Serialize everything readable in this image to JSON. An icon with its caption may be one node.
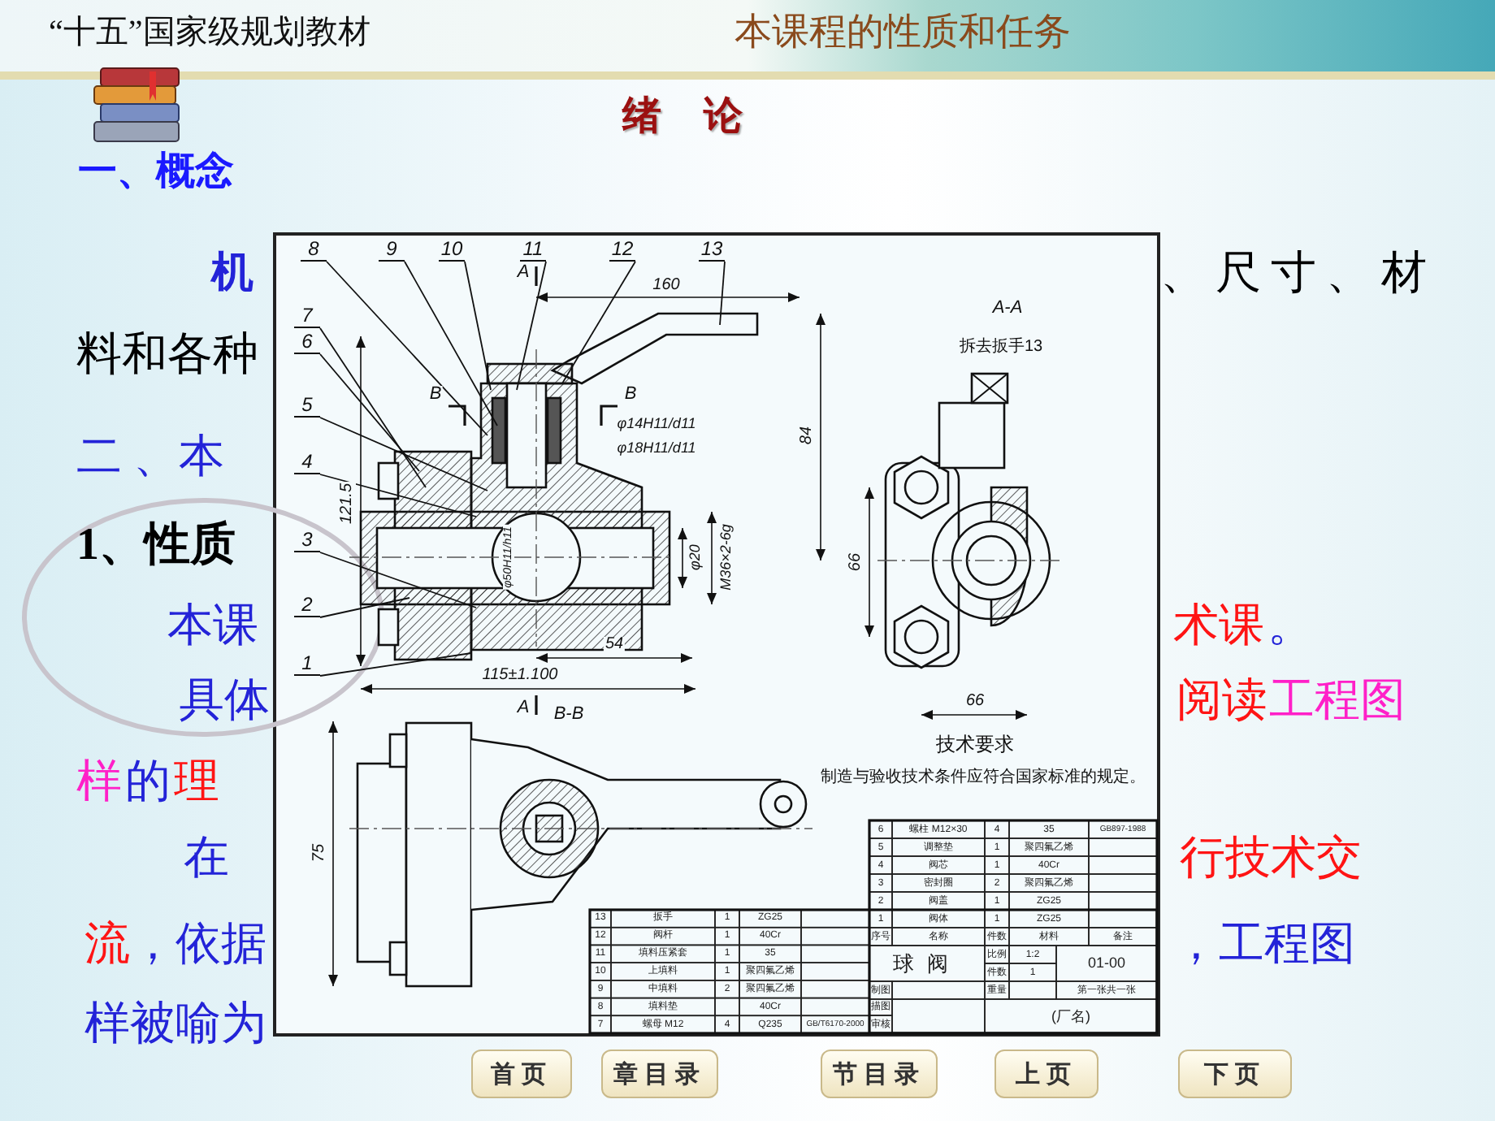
{
  "diagram": {
    "nodes": [
      {
        "text": [
          "8"
        ]
      },
      {
        "text": [
          "9"
        ]
      },
      {
        "text": [
          "10"
        ]
      },
      {
        "text": [
          "11"
        ]
      },
      {
        "text": [
          "12"
        ]
      },
      {
        "text": [
          "13"
        ]
      },
      {
        "text": [
          "7"
        ]
      },
      {
        "text": [
          "6"
        ]
      },
      {
        "text": [
          "5"
        ]
      },
      {
        "text": [
          "4"
        ]
      },
      {
        "text": [
          "3"
        ]
      },
      {
        "text": [
          "2"
        ]
      },
      {
        "text": [
          "1"
        ]
      }
    ],
    "edges": [
      {
        "from": 0,
        "to": null,
        "arrow": "none"
      },
      {
        "from": 1,
        "to": null,
        "arrow": "none"
      },
      {
        "from": 2,
        "to": null,
        "arrow": "none"
      },
      {
        "from": 3,
        "to": null,
        "arrow": "none"
      },
      {
        "from": 4,
        "to": null,
        "arrow": "none"
      },
      {
        "from": 5,
        "to": null,
        "arrow": "none"
      },
      {
        "from": 6,
        "to": null,
        "arrow": "none"
      },
      {
        "from": 7,
        "to": null,
        "arrow": "none"
      },
      {
        "from": 8,
        "to": null,
        "arrow": "none"
      },
      {
        "from": 9,
        "to": null,
        "arrow": "none"
      },
      {
        "from": 10,
        "to": null,
        "arrow": "none"
      },
      {
        "from": 11,
        "to": null,
        "arrow": "none"
      },
      {
        "from": 12,
        "to": null,
        "arrow": "none"
      }
    ],
    "labels": [
      "“十五”国家级规划教材",
      "本课程的性质和任务",
      "绪 论",
      "一、概念",
      "机",
      "、尺寸、材",
      "料和各种",
      "二 、本",
      "1、性质",
      "本课",
      "术课",
      "。",
      "具体",
      "阅读",
      "工程图",
      "样",
      "的",
      "理",
      "在",
      "行技术交",
      "流",
      "，依据",
      "，工程图",
      "样被喻为",
      "A",
      "160",
      "B",
      "B",
      "121.5",
      "φ14H11/d11",
      "φ18H11/d11",
      "φ50H11/h11",
      "φ20",
      "M36×2-6g",
      "54",
      "115±1.100",
      "A",
      "B-B",
      "75",
      "A-A",
      "拆去扳手13",
      "84",
      "66",
      "66",
      "技术要求",
      "制造与验收技术条件应符合国家标准的规定。",
      "6",
      "螺柱 M12×30",
      "4",
      "35",
      "GB897-1988",
      "5",
      "调整垫",
      "1",
      "聚四氟乙烯",
      "4",
      "阀芯",
      "1",
      "40Cr",
      "3",
      "密封圈",
      "2",
      "聚四氟乙烯",
      "2",
      "阀盖",
      "1",
      "ZG25",
      "1",
      "阀体",
      "1",
      "ZG25",
      "序号",
      "名称",
      "件数",
      "材料",
      "备注",
      "球阀",
      "比例",
      "1:2",
      "01-00",
      "件数",
      "1",
      "制图",
      "重量",
      "第一张共一张",
      "描图",
      "(厂名)",
      "审核",
      "13",
      "扳手",
      "1",
      "ZG25",
      "12",
      "阀杆",
      "1",
      "40Cr",
      "11",
      "填料压紧套",
      "1",
      "35",
      "10",
      "上填料",
      "1",
      "聚四氟乙烯",
      "9",
      "中填料",
      "2",
      "聚四氟乙烯",
      "8",
      "填料垫",
      "40Cr",
      "7",
      "螺母 M12",
      "4",
      "Q235",
      "GB/T6170-2000",
      "首页",
      "章目录",
      "节目录",
      "上页",
      "下页"
    ]
  }
}
